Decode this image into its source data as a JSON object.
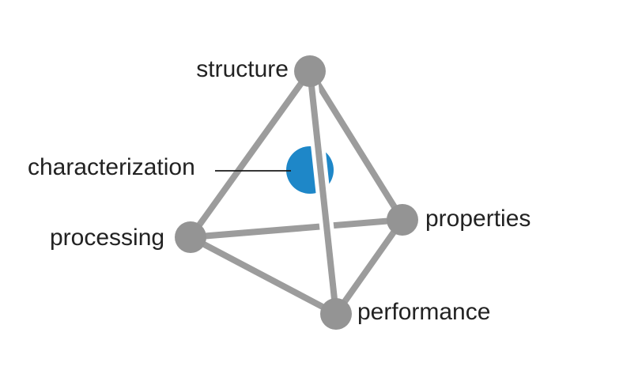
{
  "diagram": {
    "name": "materials-tetrahedron",
    "colors": {
      "node_gray": "#949494",
      "edge_gray": "#9c9c9c",
      "accent_blue": "#1e87c8",
      "label_text": "#222222",
      "pointer_line": "#1a1a1a",
      "background": "#ffffff"
    },
    "nodes": {
      "structure": {
        "label": "structure"
      },
      "processing": {
        "label": "processing"
      },
      "properties": {
        "label": "properties"
      },
      "performance": {
        "label": "performance"
      },
      "characterization": {
        "label": "characterization"
      }
    },
    "edges": [
      {
        "from": "structure",
        "to": "processing"
      },
      {
        "from": "structure",
        "to": "properties"
      },
      {
        "from": "structure",
        "to": "performance"
      },
      {
        "from": "processing",
        "to": "properties"
      },
      {
        "from": "processing",
        "to": "performance"
      },
      {
        "from": "properties",
        "to": "performance"
      }
    ]
  }
}
